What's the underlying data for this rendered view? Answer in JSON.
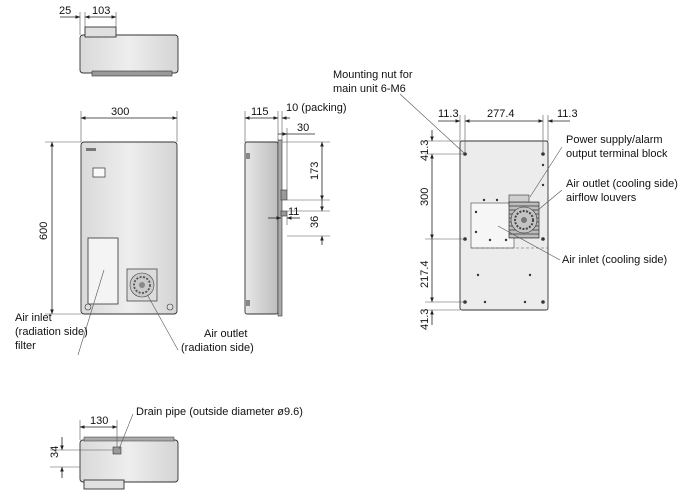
{
  "colors": {
    "line": "#222222",
    "body_fill": "#e6e6e6",
    "body_fill_dark": "#c8c8c8",
    "panel_fill": "#f0f0f0"
  },
  "top_view": {
    "dim_offset": "25",
    "dim_depth": "103"
  },
  "front_view": {
    "dim_width": "300",
    "dim_height": "600",
    "label_air_inlet_line1": "Air inlet",
    "label_air_inlet_line2": "(radiation side)",
    "label_air_inlet_line3": "filter",
    "label_air_outlet_line1": "Air outlet",
    "label_air_outlet_line2": "(radiation side)"
  },
  "side_view": {
    "dim_115": "115",
    "dim_packing": "10 (packing)",
    "dim_30": "30",
    "dim_173": "173",
    "dim_11": "11",
    "dim_36": "36"
  },
  "rear_view": {
    "label_mounting_nut_line1": "Mounting nut for",
    "label_mounting_nut_line2": "main unit 6-M6",
    "dim_left_margin": "11.3",
    "dim_hole_span": "277.4",
    "dim_right_margin": "11.3",
    "dim_top_margin": "41.3",
    "dim_300": "300",
    "dim_217": "217.4",
    "dim_bottom_margin": "41.3",
    "label_terminal_line1": "Power supply/alarm",
    "label_terminal_line2": "output terminal block",
    "label_outlet_line1": "Air outlet (cooling side)",
    "label_outlet_line2": "airflow louvers",
    "label_inlet": "Air inlet (cooling side)"
  },
  "bottom_view": {
    "dim_130": "130",
    "dim_34": "34",
    "label_drain": "Drain pipe (outside diameter ø9.6)"
  }
}
